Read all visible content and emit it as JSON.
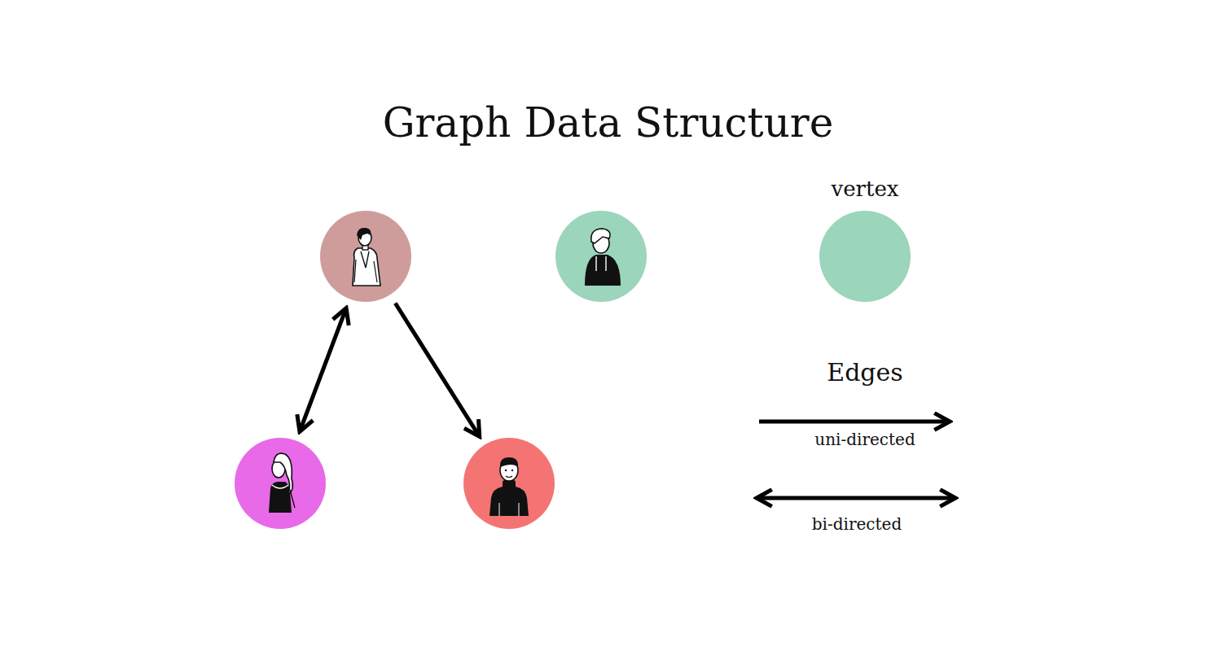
{
  "diagram": {
    "title": "Graph Data Structure",
    "nodes": [
      {
        "text": []
      },
      {
        "text": []
      },
      {
        "text": [
          "vertex"
        ]
      },
      {
        "text": []
      },
      {
        "text": []
      }
    ],
    "edges": [
      {
        "from": 0,
        "to": 3,
        "arrow": "both"
      },
      {
        "from": 0,
        "to": 4,
        "arrow": "to"
      }
    ],
    "labels": [
      "Edges"
    ],
    "legend": [
      {
        "text": "uni-directed"
      },
      {
        "text": "bi-directed"
      }
    ]
  }
}
